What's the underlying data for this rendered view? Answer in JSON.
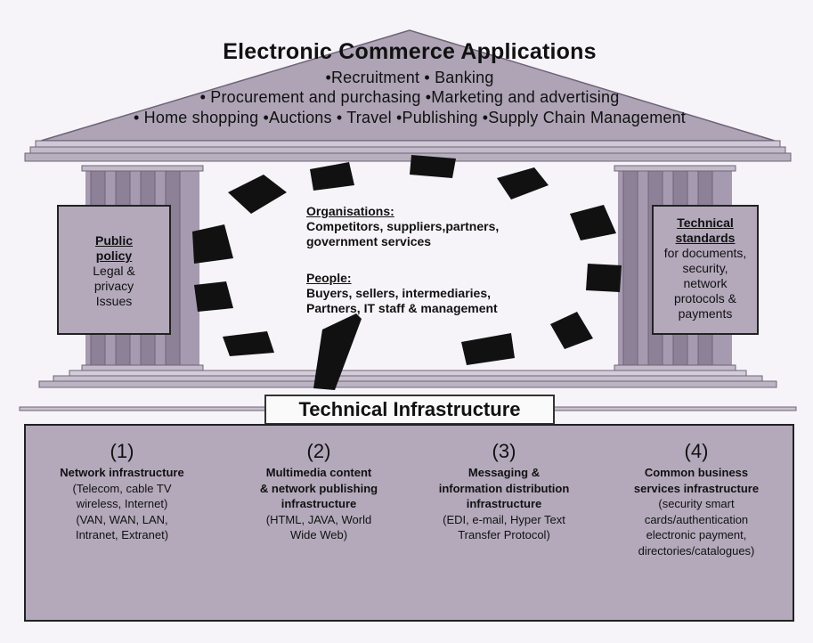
{
  "roof": {
    "title": "Electronic Commerce Applications",
    "line1": "•Recruitment  • Banking",
    "line2": "• Procurement and purchasing  •Marketing and advertising",
    "line3": "• Home shopping  •Auctions • Travel  •Publishing •Supply Chain Management"
  },
  "public_policy": {
    "heading_1": "Public",
    "heading_2": "policy",
    "lines": [
      "Legal &",
      "privacy",
      "Issues"
    ]
  },
  "technical_standards": {
    "heading_1": "Technical",
    "heading_2": "standards",
    "lines": [
      "for documents,",
      "security,",
      "network",
      "protocols &",
      "payments"
    ]
  },
  "organisations": {
    "heading": "Organisations:",
    "lines": [
      "Competitors, suppliers,partners,",
      "government services"
    ]
  },
  "people": {
    "heading": "People:",
    "lines": [
      "Buyers, sellers, intermediaries,",
      "Partners, IT staff & management"
    ]
  },
  "technical_infrastructure": {
    "title": "Technical Infrastructure",
    "columns": [
      {
        "number": "(1)",
        "heading": [
          "Network infrastructure"
        ],
        "details": [
          "(Telecom, cable TV",
          "wireless, Internet)",
          "(VAN, WAN, LAN,",
          "Intranet, Extranet)"
        ]
      },
      {
        "number": "(2)",
        "heading": [
          "Multimedia content",
          "& network publishing",
          "infrastructure"
        ],
        "details": [
          "(HTML, JAVA, World",
          "Wide Web)"
        ]
      },
      {
        "number": "(3)",
        "heading": [
          "Messaging &",
          "information distribution",
          "infrastructure"
        ],
        "details": [
          "(EDI, e-mail, Hyper Text",
          "Transfer Protocol)"
        ]
      },
      {
        "number": "(4)",
        "heading": [
          "Common business",
          "services infrastructure"
        ],
        "details": [
          "(security smart",
          "cards/authentication",
          "electronic payment,",
          "directories/catalogues)"
        ]
      }
    ]
  },
  "colors": {
    "roof_fill": "#aea4b6",
    "pillar_fill": "#8d8198",
    "panel_fill": "#b3a9bb",
    "ring_fill": "#111111"
  }
}
